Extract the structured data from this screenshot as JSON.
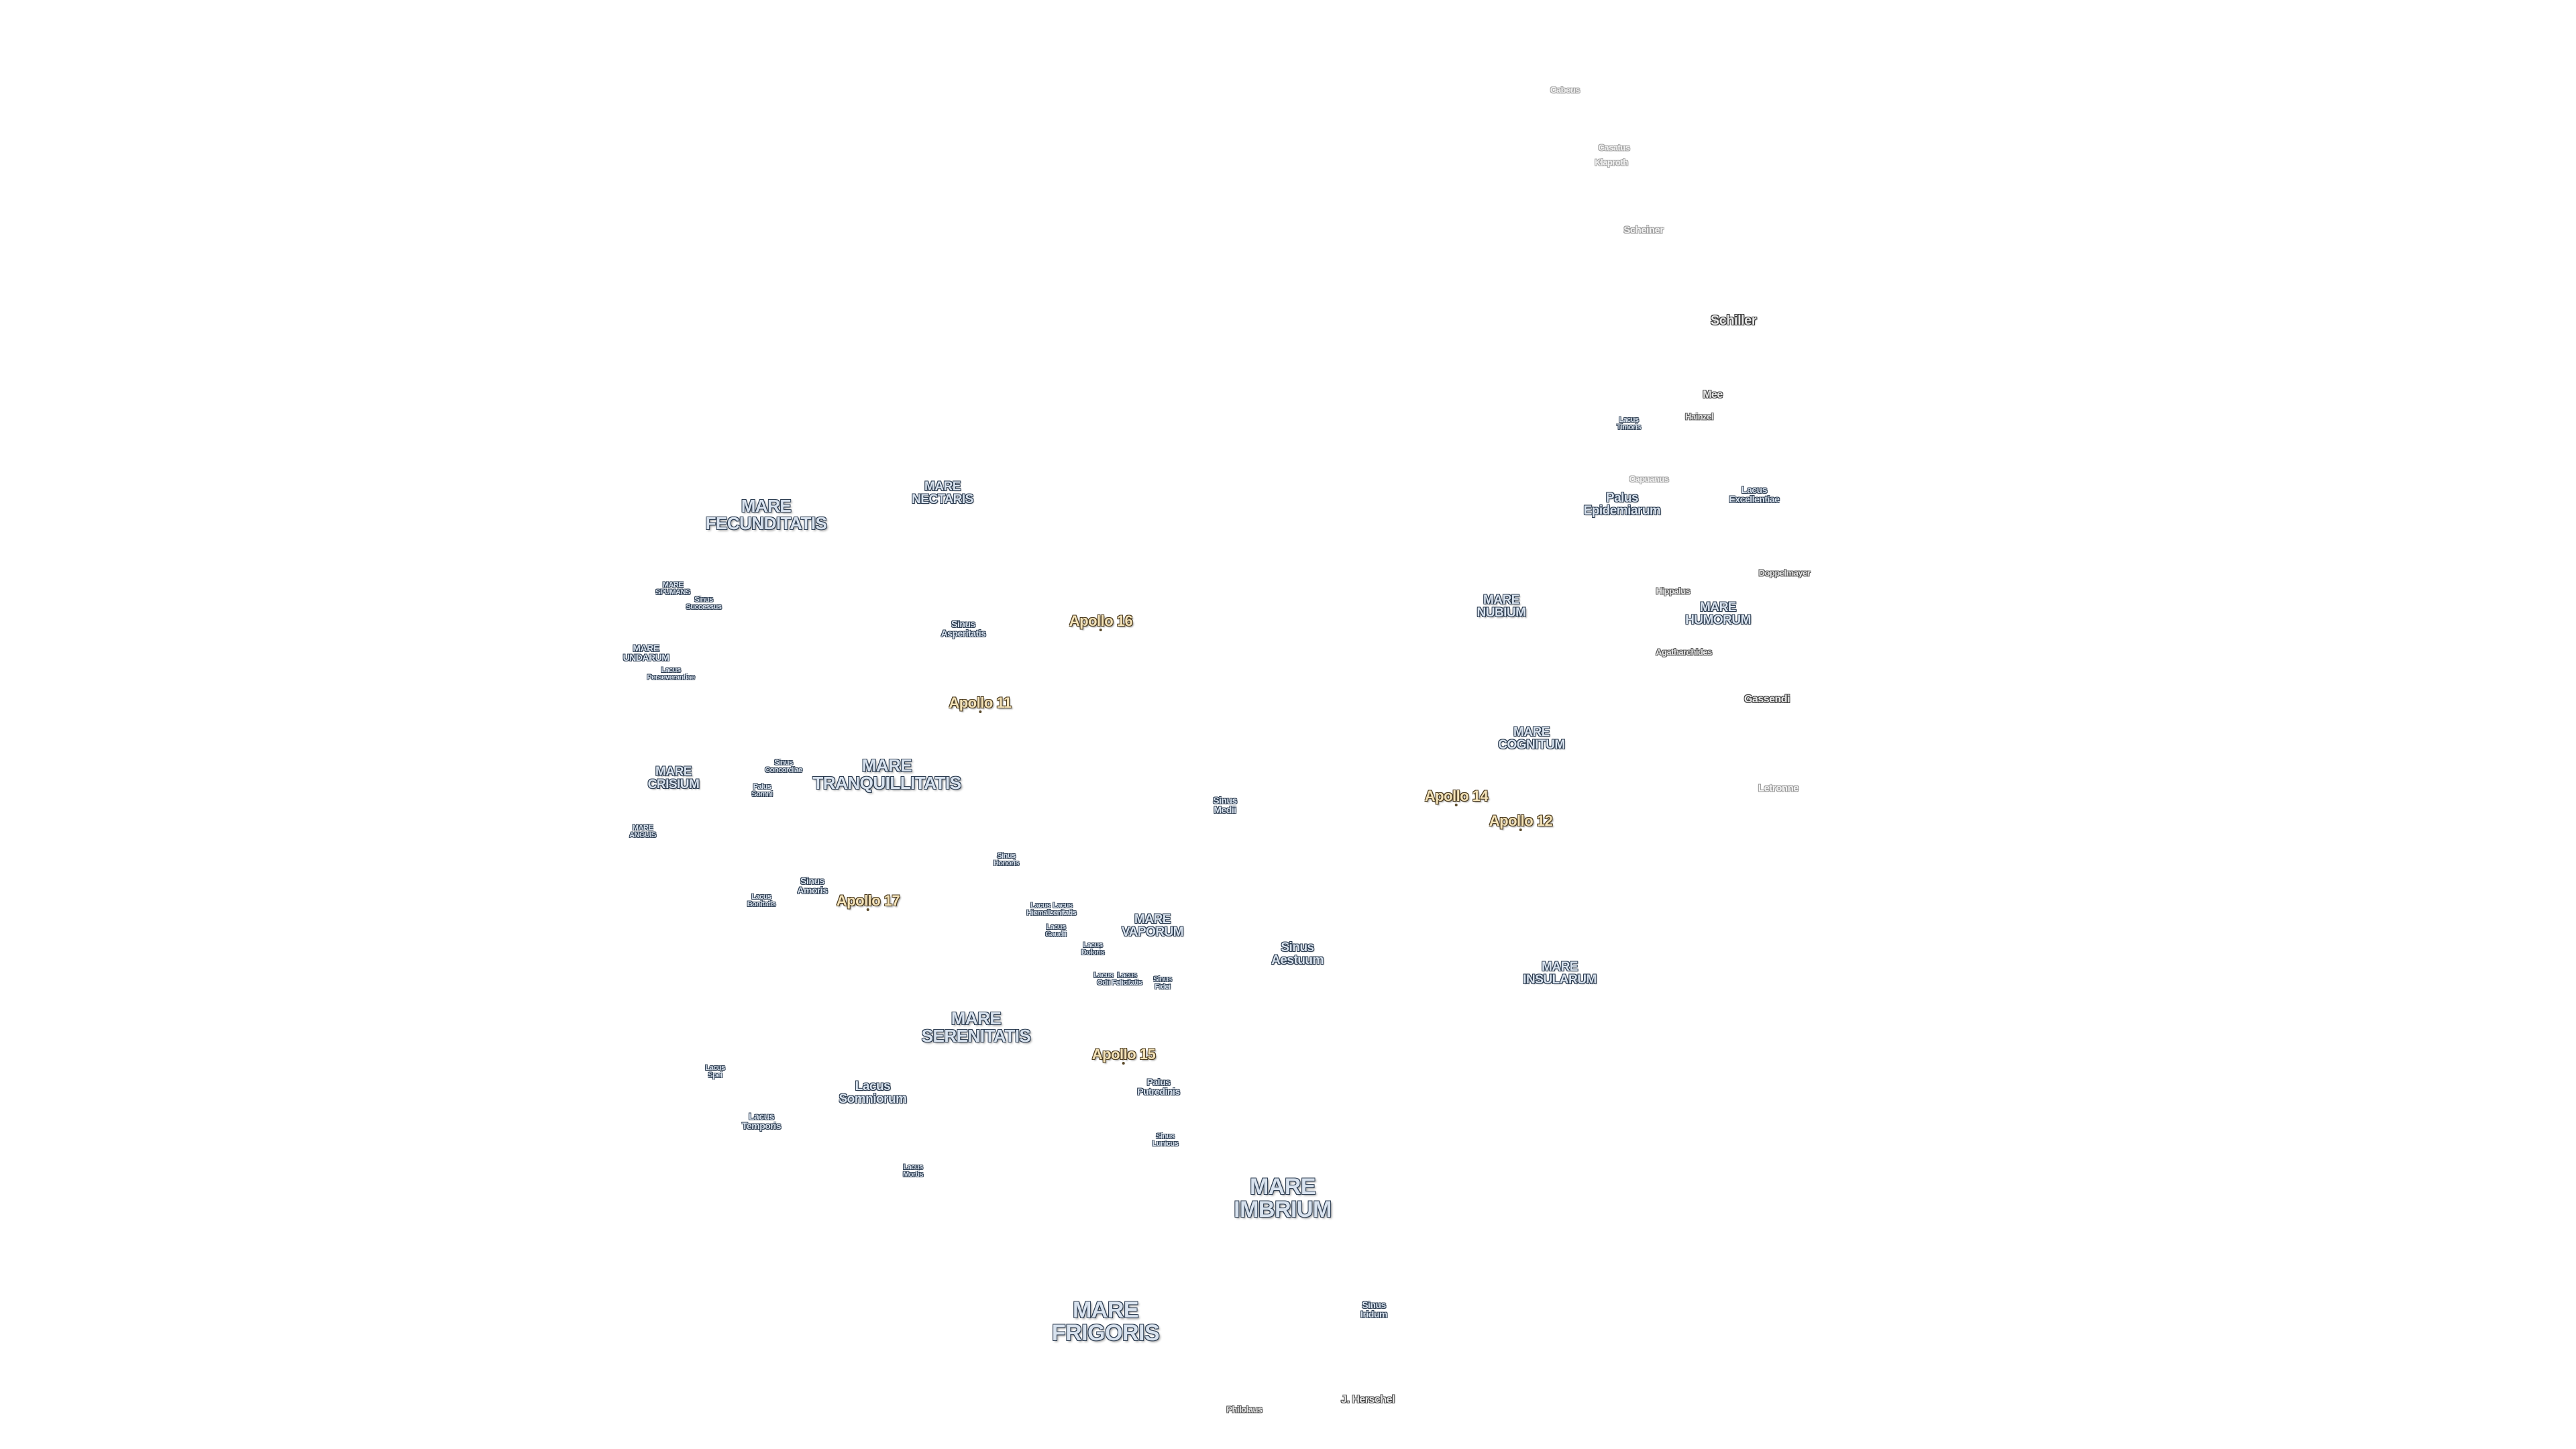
{
  "map": {
    "maria": {
      "fecunditatis": [
        "MARE",
        "FECUNDITATIS"
      ],
      "nectaris": [
        "MARE",
        "NECTARIS"
      ],
      "spumans": [
        "MARE",
        "SPUMANS"
      ],
      "undarum": [
        "MARE",
        "UNDARUM"
      ],
      "crisium": [
        "MARE",
        "CRISIUM"
      ],
      "anguis": [
        "MARE",
        "ANGUIS"
      ],
      "tranquillitatis": [
        "MARE",
        "TRANQUILLITATIS"
      ],
      "serenitatis": [
        "MARE",
        "SERENITATIS"
      ],
      "vaporum": [
        "MARE",
        "VAPORUM"
      ],
      "imbrium": [
        "MARE",
        "IMBRIUM"
      ],
      "frigoris": [
        "MARE",
        "FRIGORIS"
      ],
      "nubium": [
        "MARE",
        "NUBIUM"
      ],
      "humorum": [
        "MARE",
        "HUMORUM"
      ],
      "cognitum": [
        "MARE",
        "COGNITUM"
      ],
      "insularum": [
        "MARE",
        "INSULARUM"
      ]
    },
    "minor": {
      "sinus_successus": [
        "Sinus",
        "Successus"
      ],
      "lacus_perseverantiae": [
        "Lacus",
        "Perseverantiae"
      ],
      "sinus_asperitatis": [
        "Sinus",
        "Asperitatis"
      ],
      "sinus_concordiae": [
        "Sinus",
        "Concordiae"
      ],
      "palus_somni": [
        "Palus",
        "Somni"
      ],
      "sinus_amoris": [
        "Sinus",
        "Amoris"
      ],
      "lacus_bonitatis": [
        "Lacus",
        "Bonitatis"
      ],
      "sinus_honoris": [
        "Sinus",
        "Honoris"
      ],
      "lacus_hiemalis": [
        "Lacus",
        "Hiemalis"
      ],
      "lacus_lenitatis": [
        "Lacus",
        "Lenitatis"
      ],
      "lacus_gaudii": [
        "Lacus",
        "Gaudii"
      ],
      "lacus_doloris": [
        "Lacus",
        "Doloris"
      ],
      "lacus_odii": [
        "Lacus",
        "Odii"
      ],
      "lacus_felicitatis": [
        "Lacus",
        "Felicitatis"
      ],
      "sinus_fidei": [
        "Sinus",
        "Fidei"
      ],
      "sinus_medii": [
        "Sinus",
        "Medii"
      ],
      "sinus_aestuum": [
        "Sinus",
        "Aestuum"
      ],
      "palus_putredinis": [
        "Palus",
        "Putredinis"
      ],
      "sinus_lunicus": [
        "Sinus",
        "Lunicus"
      ],
      "lacus_somniorum": [
        "Lacus",
        "Somniorum"
      ],
      "lacus_spei": [
        "Lacus",
        "Spei"
      ],
      "lacus_temporis": [
        "Lacus",
        "Temporis"
      ],
      "lacus_mortis": [
        "Lacus",
        "Mortis"
      ],
      "sinus_iridum": [
        "Sinus",
        "Iridum"
      ],
      "lacus_timoris": [
        "Lacus",
        "Timoris"
      ],
      "palus_epidemiarum": [
        "Palus",
        "Epidemiarum"
      ],
      "lacus_excellentiae": [
        "Lacus",
        "Excellentiae"
      ]
    },
    "apollo": {
      "a11": "Apollo 11",
      "a12": "Apollo 12",
      "a14": "Apollo 14",
      "a15": "Apollo 15",
      "a16": "Apollo 16",
      "a17": "Apollo 17"
    },
    "craters": {
      "cabeus": "Cabeus",
      "casatus": "Casatus",
      "klaproth": "Klaproth",
      "scheiner": "Scheiner",
      "schiller": "Schiller",
      "mee": "Mee",
      "hainzel": "Hainzel",
      "capuanus": "Capuanus",
      "doppelmayer": "Doppelmayer",
      "hippalus": "Hippalus",
      "agatharchides": "Agatharchides",
      "gassendi": "Gassendi",
      "letronne": "Letronne",
      "j_herschel": "J. Herschel",
      "philolaus": "Philolaus"
    }
  }
}
